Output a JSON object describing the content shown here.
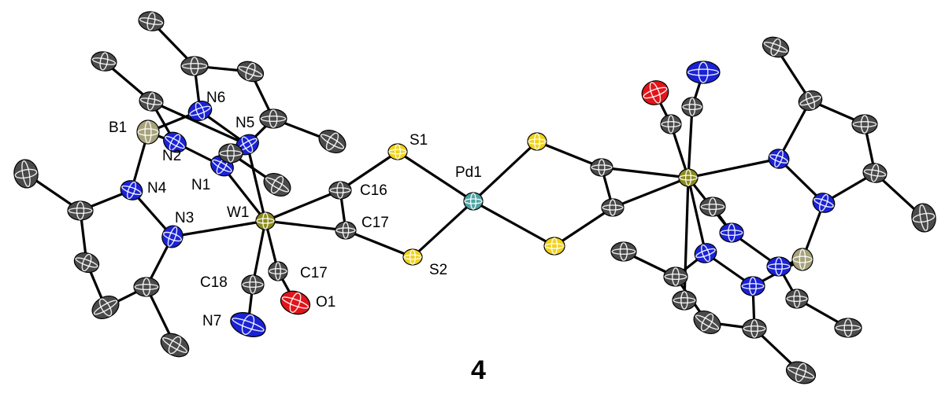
{
  "figure": {
    "compound_label": "4",
    "atom_labels": {
      "B1": "B1",
      "N6": "N6",
      "N5": "N5",
      "N2": "N2",
      "N1": "N1",
      "N4": "N4",
      "N3": "N3",
      "W1": "W1",
      "C16": "C16",
      "C17_upper": "C17",
      "C17_lower": "C17",
      "C18": "C18",
      "N7": "N7",
      "O1": "O1",
      "S1": "S1",
      "S2": "S2",
      "Pd1": "Pd1"
    },
    "element_colors": {
      "W": "#8c8a1c",
      "Pd": "#4fa3a3",
      "S": "#f1d21a",
      "N": "#1a22d6",
      "O": "#e0141a",
      "C": "#4a4a4a",
      "B": "#a6a27a"
    }
  }
}
